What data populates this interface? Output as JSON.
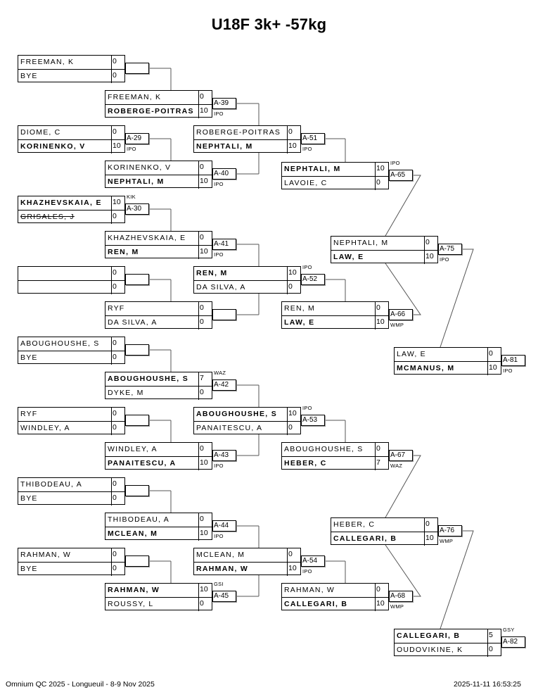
{
  "title": "U18F 3k+ -57kg",
  "footer": {
    "event": "Omnium QC 2025 - Longueuil - 8-9 Nov 2025",
    "printed_at": "2025-11-11 16:53:25"
  },
  "bracket": {
    "round1": [
      {
        "id": "r1-1",
        "label": "",
        "tag": "",
        "players": [
          {
            "name": "FREEMAN, K",
            "score": "0",
            "winner": false
          },
          {
            "name": "BYE",
            "score": "0",
            "winner": false
          }
        ]
      },
      {
        "id": "r1-2",
        "label": "A-29",
        "tag": "IPO",
        "players": [
          {
            "name": "DIOME, C",
            "score": "0",
            "winner": false
          },
          {
            "name": "KORINENKO, V",
            "score": "10",
            "winner": true
          }
        ]
      },
      {
        "id": "r1-3",
        "label": "A-30",
        "tag": "KIK",
        "players": [
          {
            "name": "KHAZHEVSKAIA, E",
            "score": "10",
            "winner": true
          },
          {
            "name": "GRISALES, J",
            "score": "0",
            "winner": false,
            "struck": true
          }
        ]
      },
      {
        "id": "r1-4",
        "label": "",
        "tag": "",
        "players": [
          {
            "name": "",
            "score": "0",
            "winner": false
          },
          {
            "name": "",
            "score": "0",
            "winner": false
          }
        ]
      },
      {
        "id": "r1-5",
        "label": "",
        "tag": "",
        "players": [
          {
            "name": "ABOUGHOUSHE, S",
            "score": "0",
            "winner": false
          },
          {
            "name": "BYE",
            "score": "0",
            "winner": false
          }
        ]
      },
      {
        "id": "r1-6",
        "label": "",
        "tag": "",
        "players": [
          {
            "name": "RYF",
            "score": "0",
            "winner": false
          },
          {
            "name": "WINDLEY, A",
            "score": "0",
            "winner": false
          }
        ]
      },
      {
        "id": "r1-7",
        "label": "",
        "tag": "",
        "players": [
          {
            "name": "THIBODEAU, A",
            "score": "0",
            "winner": false
          },
          {
            "name": "BYE",
            "score": "0",
            "winner": false
          }
        ]
      },
      {
        "id": "r1-8",
        "label": "",
        "tag": "",
        "players": [
          {
            "name": "RAHMAN, W",
            "score": "0",
            "winner": false
          },
          {
            "name": "BYE",
            "score": "0",
            "winner": false
          }
        ]
      }
    ],
    "round2": [
      {
        "id": "r2-1",
        "label": "A-39",
        "tag": "IPO",
        "players": [
          {
            "name": "FREEMAN, K",
            "score": "0",
            "winner": false
          },
          {
            "name": "ROBERGE-POITRAS",
            "score": "10",
            "winner": true
          }
        ]
      },
      {
        "id": "r2-2",
        "label": "A-40",
        "tag": "IPO",
        "players": [
          {
            "name": "KORINENKO, V",
            "score": "0",
            "winner": false
          },
          {
            "name": "NEPHTALI, M",
            "score": "10",
            "winner": true
          }
        ]
      },
      {
        "id": "r2-3",
        "label": "A-41",
        "tag": "IPO",
        "players": [
          {
            "name": "KHAZHEVSKAIA, E",
            "score": "0",
            "winner": false
          },
          {
            "name": "REN, M",
            "score": "10",
            "winner": true
          }
        ]
      },
      {
        "id": "r2-4",
        "label": "",
        "tag": "",
        "players": [
          {
            "name": "RYF",
            "score": "0",
            "winner": false
          },
          {
            "name": "DA SILVA, A",
            "score": "0",
            "winner": false
          }
        ]
      },
      {
        "id": "r2-5",
        "label": "A-42",
        "tag": "WAZ",
        "players": [
          {
            "name": "ABOUGHOUSHE, S",
            "score": "7",
            "winner": true
          },
          {
            "name": "DYKE, M",
            "score": "0",
            "winner": false
          }
        ]
      },
      {
        "id": "r2-6",
        "label": "A-43",
        "tag": "IPO",
        "players": [
          {
            "name": "WINDLEY, A",
            "score": "0",
            "winner": false
          },
          {
            "name": "PANAITESCU, A",
            "score": "10",
            "winner": true
          }
        ]
      },
      {
        "id": "r2-7",
        "label": "A-44",
        "tag": "IPO",
        "players": [
          {
            "name": "THIBODEAU, A",
            "score": "0",
            "winner": false
          },
          {
            "name": "MCLEAN, M",
            "score": "10",
            "winner": true
          }
        ]
      },
      {
        "id": "r2-8",
        "label": "A-45",
        "tag": "GSI",
        "players": [
          {
            "name": "RAHMAN, W",
            "score": "10",
            "winner": true
          },
          {
            "name": "ROUSSY, L",
            "score": "0",
            "winner": false
          }
        ]
      }
    ],
    "round3": [
      {
        "id": "r3-1",
        "label": "A-51",
        "tag": "IPO",
        "players": [
          {
            "name": "ROBERGE-POITRAS",
            "score": "0",
            "winner": false
          },
          {
            "name": "NEPHTALI, M",
            "score": "10",
            "winner": true
          }
        ]
      },
      {
        "id": "r3-2",
        "label": "A-52",
        "tag": "IPO",
        "players": [
          {
            "name": "REN, M",
            "score": "10",
            "winner": true
          },
          {
            "name": "DA SILVA, A",
            "score": "0",
            "winner": false
          }
        ]
      },
      {
        "id": "r3-3",
        "label": "A-53",
        "tag": "IPO",
        "players": [
          {
            "name": "ABOUGHOUSHE, S",
            "score": "10",
            "winner": true
          },
          {
            "name": "PANAITESCU, A",
            "score": "0",
            "winner": false
          }
        ]
      },
      {
        "id": "r3-4",
        "label": "A-54",
        "tag": "IPO",
        "players": [
          {
            "name": "MCLEAN, M",
            "score": "0",
            "winner": false
          },
          {
            "name": "RAHMAN, W",
            "score": "10",
            "winner": true
          }
        ]
      }
    ],
    "repechage": [
      {
        "id": "rp-1",
        "label": "A-65",
        "tag": "IPO",
        "players": [
          {
            "name": "NEPHTALI, M",
            "score": "10",
            "winner": true
          },
          {
            "name": "LAVOIE, C",
            "score": "0",
            "winner": false
          }
        ]
      },
      {
        "id": "rp-2",
        "label": "A-66",
        "tag": "WMP",
        "players": [
          {
            "name": "REN, M",
            "score": "0",
            "winner": false
          },
          {
            "name": "LAW, E",
            "score": "10",
            "winner": true
          }
        ]
      },
      {
        "id": "rp-3",
        "label": "A-67",
        "tag": "WAZ",
        "players": [
          {
            "name": "ABOUGHOUSHE, S",
            "score": "0",
            "winner": false
          },
          {
            "name": "HEBER, C",
            "score": "7",
            "winner": true
          }
        ]
      },
      {
        "id": "rp-4",
        "label": "A-68",
        "tag": "WMP",
        "players": [
          {
            "name": "RAHMAN, W",
            "score": "0",
            "winner": false
          },
          {
            "name": "CALLEGARI, B",
            "score": "10",
            "winner": true
          }
        ]
      },
      {
        "id": "rp-5",
        "label": "A-75",
        "tag": "IPO",
        "players": [
          {
            "name": "NEPHTALI, M",
            "score": "0",
            "winner": false
          },
          {
            "name": "LAW, E",
            "score": "10",
            "winner": true
          }
        ]
      },
      {
        "id": "rp-6",
        "label": "A-76",
        "tag": "WMP",
        "players": [
          {
            "name": "HEBER, C",
            "score": "0",
            "winner": false
          },
          {
            "name": "CALLEGARI, B",
            "score": "10",
            "winner": true
          }
        ]
      }
    ],
    "bronze": [
      {
        "id": "br-1",
        "label": "A-81",
        "tag": "IPO",
        "players": [
          {
            "name": "LAW, E",
            "score": "0",
            "winner": false
          },
          {
            "name": "MCMANUS, M",
            "score": "10",
            "winner": true
          }
        ]
      },
      {
        "id": "br-2",
        "label": "A-82",
        "tag": "GSY",
        "players": [
          {
            "name": "CALLEGARI, B",
            "score": "5",
            "winner": true
          },
          {
            "name": "OUDOVIKINE, K",
            "score": "0",
            "winner": false
          }
        ]
      }
    ]
  }
}
